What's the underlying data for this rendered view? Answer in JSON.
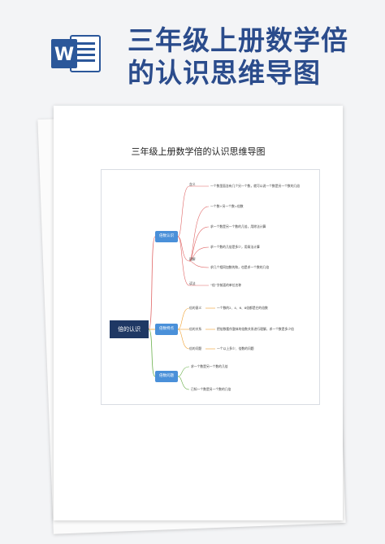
{
  "header": {
    "logo_letter": "W",
    "title_line1": "三年级上册数学倍",
    "title_line2": "的认识思维导图"
  },
  "document": {
    "title": "三年级上册数学倍的认识思维导图"
  },
  "mindmap": {
    "root": "倍的认识",
    "branches": [
      {
        "label": "倍数认识",
        "color": "#4a90d9",
        "items": [
          {
            "key": "含义",
            "text": "一个数里面含有几个另一个数，就可以说一个数是另一个数的几倍"
          },
          {
            "key": "",
            "text": "一个数+另一个数=倍数"
          },
          {
            "key": "理解",
            "text": "求一个数是另一个数的几倍，用除法计算"
          },
          {
            "key": "",
            "text": "求一个数的几倍是多少，用乘法计算"
          },
          {
            "key": "",
            "text": "求几个相同加数的和，也是求一个数的几倍"
          },
          {
            "key": "读法",
            "text": "“倍”字前面的单位名称"
          }
        ]
      },
      {
        "label": "倍数特点",
        "color": "#4a90d9",
        "items": [
          {
            "key": "倍的意义",
            "text": "一个数的2、4、6、8倍都是它的倍数"
          },
          {
            "key": "倍的关系",
            "text": "把倍数看作整体的倍数关系进行理解，求一个数是多少倍"
          },
          {
            "key": "倍的问题",
            "text": "一个以上多少、倍数的问题"
          }
        ]
      },
      {
        "label": "倍数问题",
        "color": "#4a90d9",
        "items": [
          {
            "text": "求一个数是另一个数的几倍"
          },
          {
            "text": "已知一个数是另一个数的几倍"
          }
        ]
      }
    ]
  },
  "colors": {
    "header_blue": "#2b4c8c",
    "root_bg": "#1f3864",
    "branch_bg": "#4a90d9",
    "line_red": "#e06666",
    "line_orange": "#f0a030",
    "line_green": "#6ab04c"
  }
}
